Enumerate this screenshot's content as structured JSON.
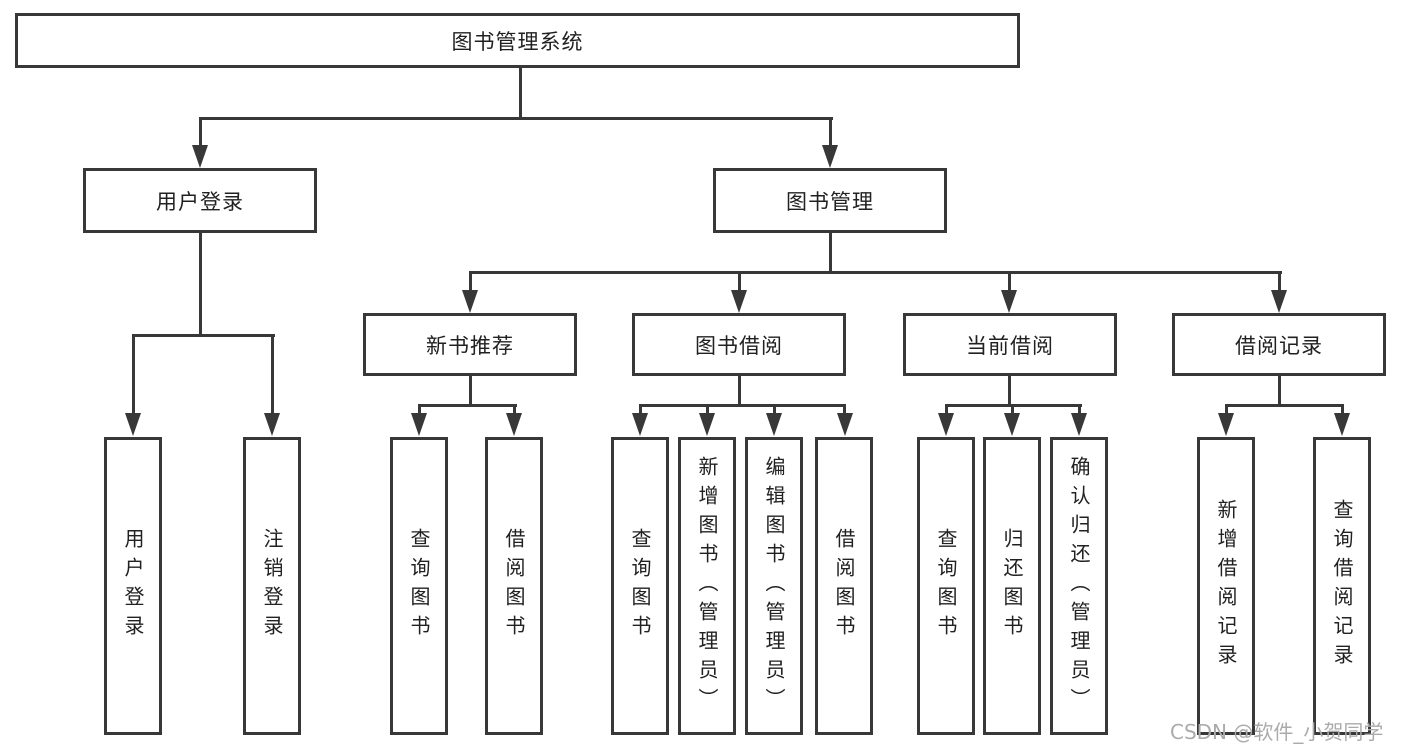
{
  "diagram": {
    "title": "图书管理系统",
    "level2": {
      "user_login": "用户登录",
      "book_mgmt": "图书管理"
    },
    "level3": {
      "new_book": "新书推荐",
      "borrow": "图书借阅",
      "current": "当前借阅",
      "record": "借阅记录"
    },
    "leaves": [
      "用户登录",
      "注销登录",
      "查询图书",
      "借阅图书",
      "查询图书",
      "新增图书（管理员）",
      "编辑图书（管理员）",
      "借阅图书",
      "查询图书",
      "归还图书",
      "确认归还（管理员）",
      "新增借阅记录",
      "查询借阅记录"
    ]
  },
  "watermark": "CSDN @软件_小贺同学",
  "colors": {
    "line": "#383838",
    "text": "#212121",
    "background": "#ffffff",
    "watermark": "#ababab"
  }
}
